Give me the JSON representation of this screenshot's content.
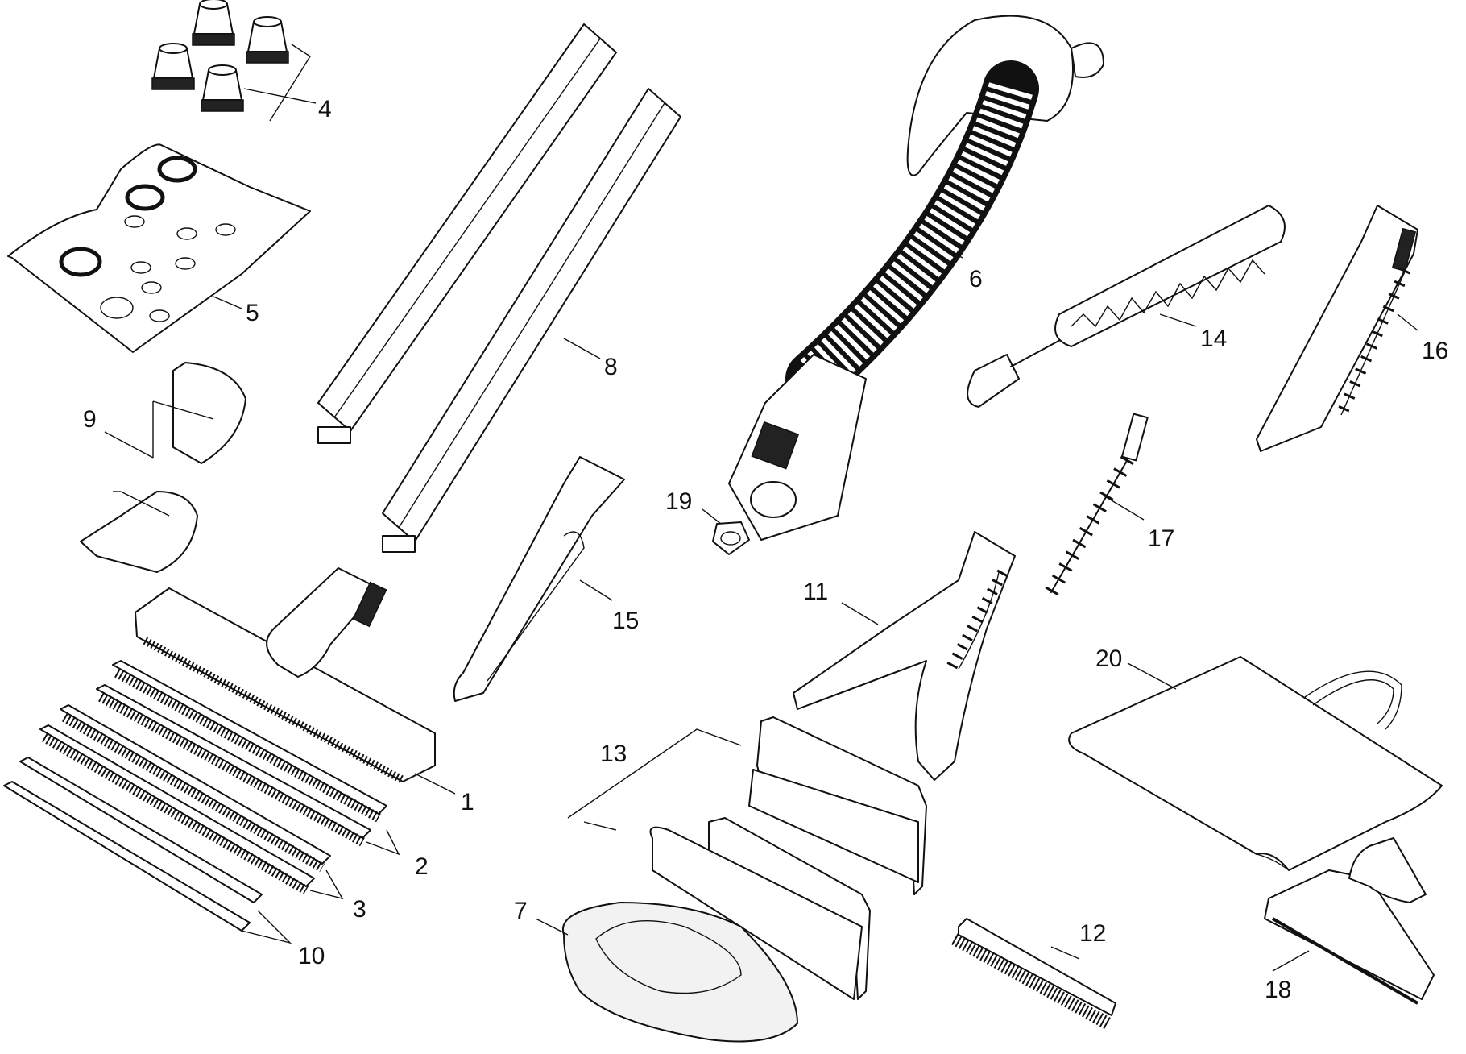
{
  "parts": [
    {
      "id": "1",
      "label": "1"
    },
    {
      "id": "2",
      "label": "2"
    },
    {
      "id": "3",
      "label": "3"
    },
    {
      "id": "4",
      "label": "4"
    },
    {
      "id": "5",
      "label": "5"
    },
    {
      "id": "6",
      "label": "6"
    },
    {
      "id": "7",
      "label": "7"
    },
    {
      "id": "8",
      "label": "8"
    },
    {
      "id": "9",
      "label": "9"
    },
    {
      "id": "10",
      "label": "10"
    },
    {
      "id": "11",
      "label": "11"
    },
    {
      "id": "12",
      "label": "12"
    },
    {
      "id": "13",
      "label": "13"
    },
    {
      "id": "14",
      "label": "14"
    },
    {
      "id": "15",
      "label": "15"
    },
    {
      "id": "16",
      "label": "16"
    },
    {
      "id": "17",
      "label": "17"
    },
    {
      "id": "18",
      "label": "18"
    },
    {
      "id": "19",
      "label": "19"
    },
    {
      "id": "20",
      "label": "20"
    }
  ]
}
